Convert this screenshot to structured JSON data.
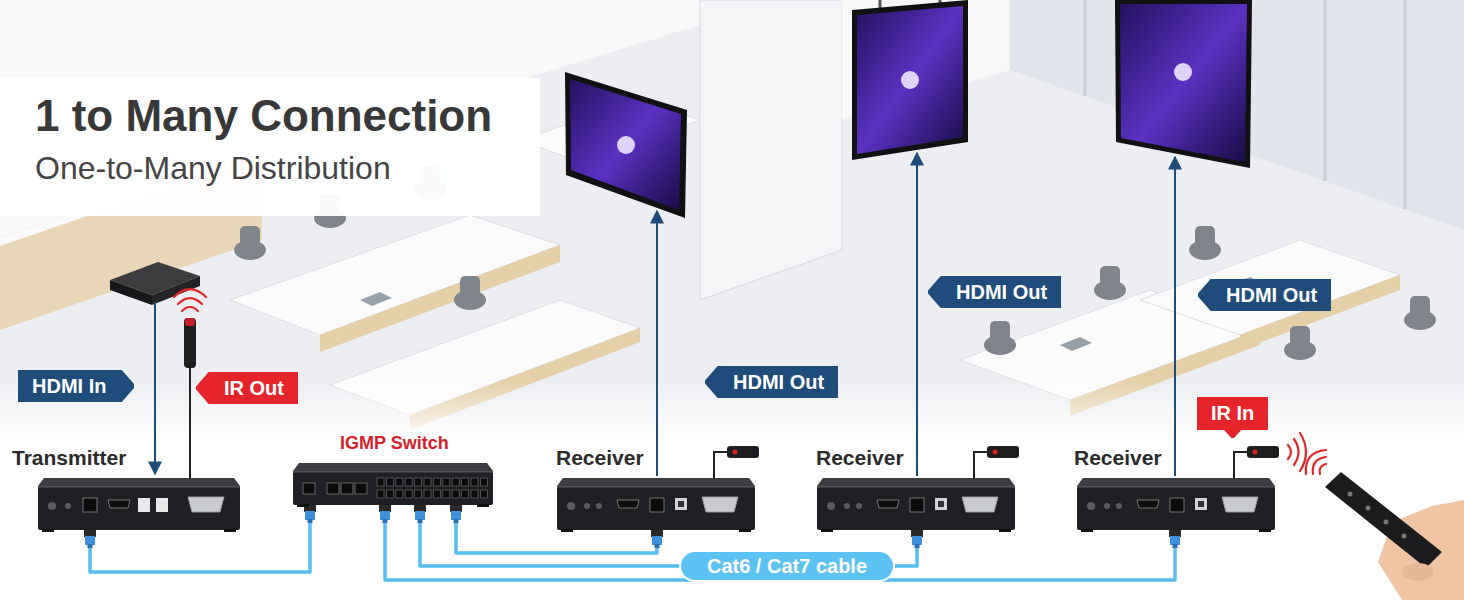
{
  "diagram": {
    "title": "1 to Many Connection",
    "nodes": [
      {
        "text": [
          "Transmitter"
        ]
      },
      {
        "text": [
          "IGMP Switch"
        ]
      },
      {
        "text": [
          "Receiver"
        ]
      },
      {
        "text": [
          "Receiver"
        ]
      },
      {
        "text": [
          "Receiver"
        ]
      }
    ],
    "edges": [
      {
        "from": 0,
        "to": 1,
        "arrow": "none"
      },
      {
        "from": 1,
        "to": 2,
        "arrow": "none"
      },
      {
        "from": 1,
        "to": 3,
        "arrow": "none",
        "label": "Cat6 / Cat7 cable"
      },
      {
        "from": 1,
        "to": 4,
        "arrow": "none"
      }
    ],
    "labels": [
      "One-to-Many Distribution",
      "HDMI In",
      "IR Out",
      "HDMI Out",
      "HDMI Out",
      "HDMI Out",
      "IR In"
    ]
  }
}
